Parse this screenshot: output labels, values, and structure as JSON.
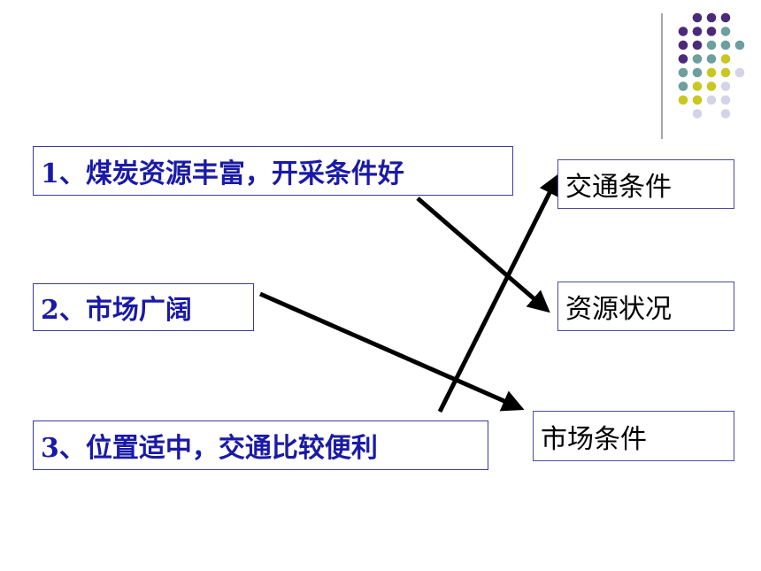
{
  "causes": [
    {
      "label": "1、煤炭资源丰富，开采条件好"
    },
    {
      "label": "2、市场广阔"
    },
    {
      "label": "3、位置适中，交通比较便利"
    }
  ],
  "conditions": [
    {
      "label": "交通条件"
    },
    {
      "label": "资源状况"
    },
    {
      "label": "市场条件"
    }
  ],
  "colors": {
    "cause_text": "#1a1aa6",
    "condition_text": "#000000",
    "arrow": "#000000",
    "dot_purple": "#4b2a7b",
    "dot_teal": "#6e9e9e",
    "dot_yellow": "#c8c822",
    "dot_lavender": "#d4d4e6"
  }
}
